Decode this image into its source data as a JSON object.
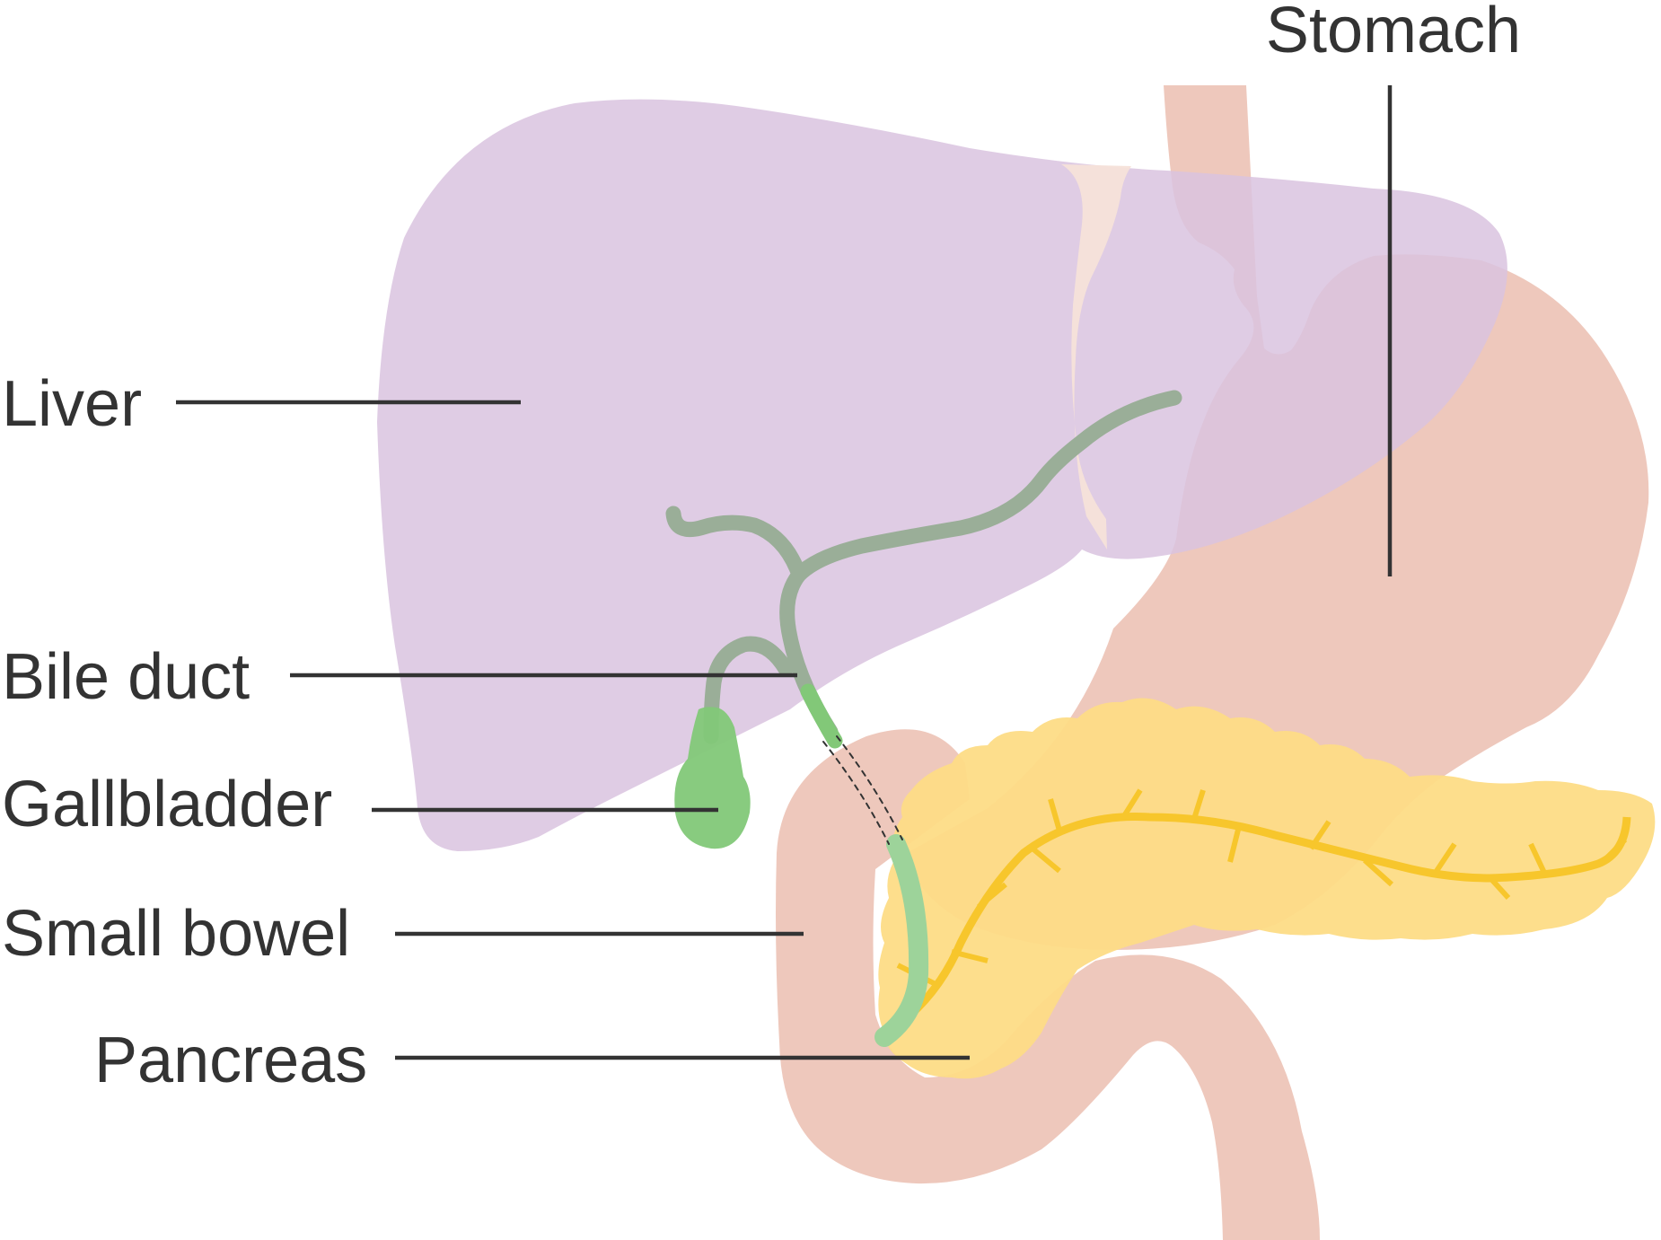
{
  "labels": {
    "stomach": "Stomach",
    "liver": "Liver",
    "bile_duct": "Bile duct",
    "gallbladder": "Gallbladder",
    "small_bowel": "Small bowel",
    "pancreas": "Pancreas"
  },
  "colors": {
    "liver": "#d9c3df",
    "stomach": "#e8b6a6",
    "pancreas": "#fddc86",
    "pancreatic_duct": "#f7c62c",
    "bile_duct": "#9aae98",
    "gallbladder": "#82c878",
    "ligament": "#f5e1d9",
    "text": "#333333"
  }
}
